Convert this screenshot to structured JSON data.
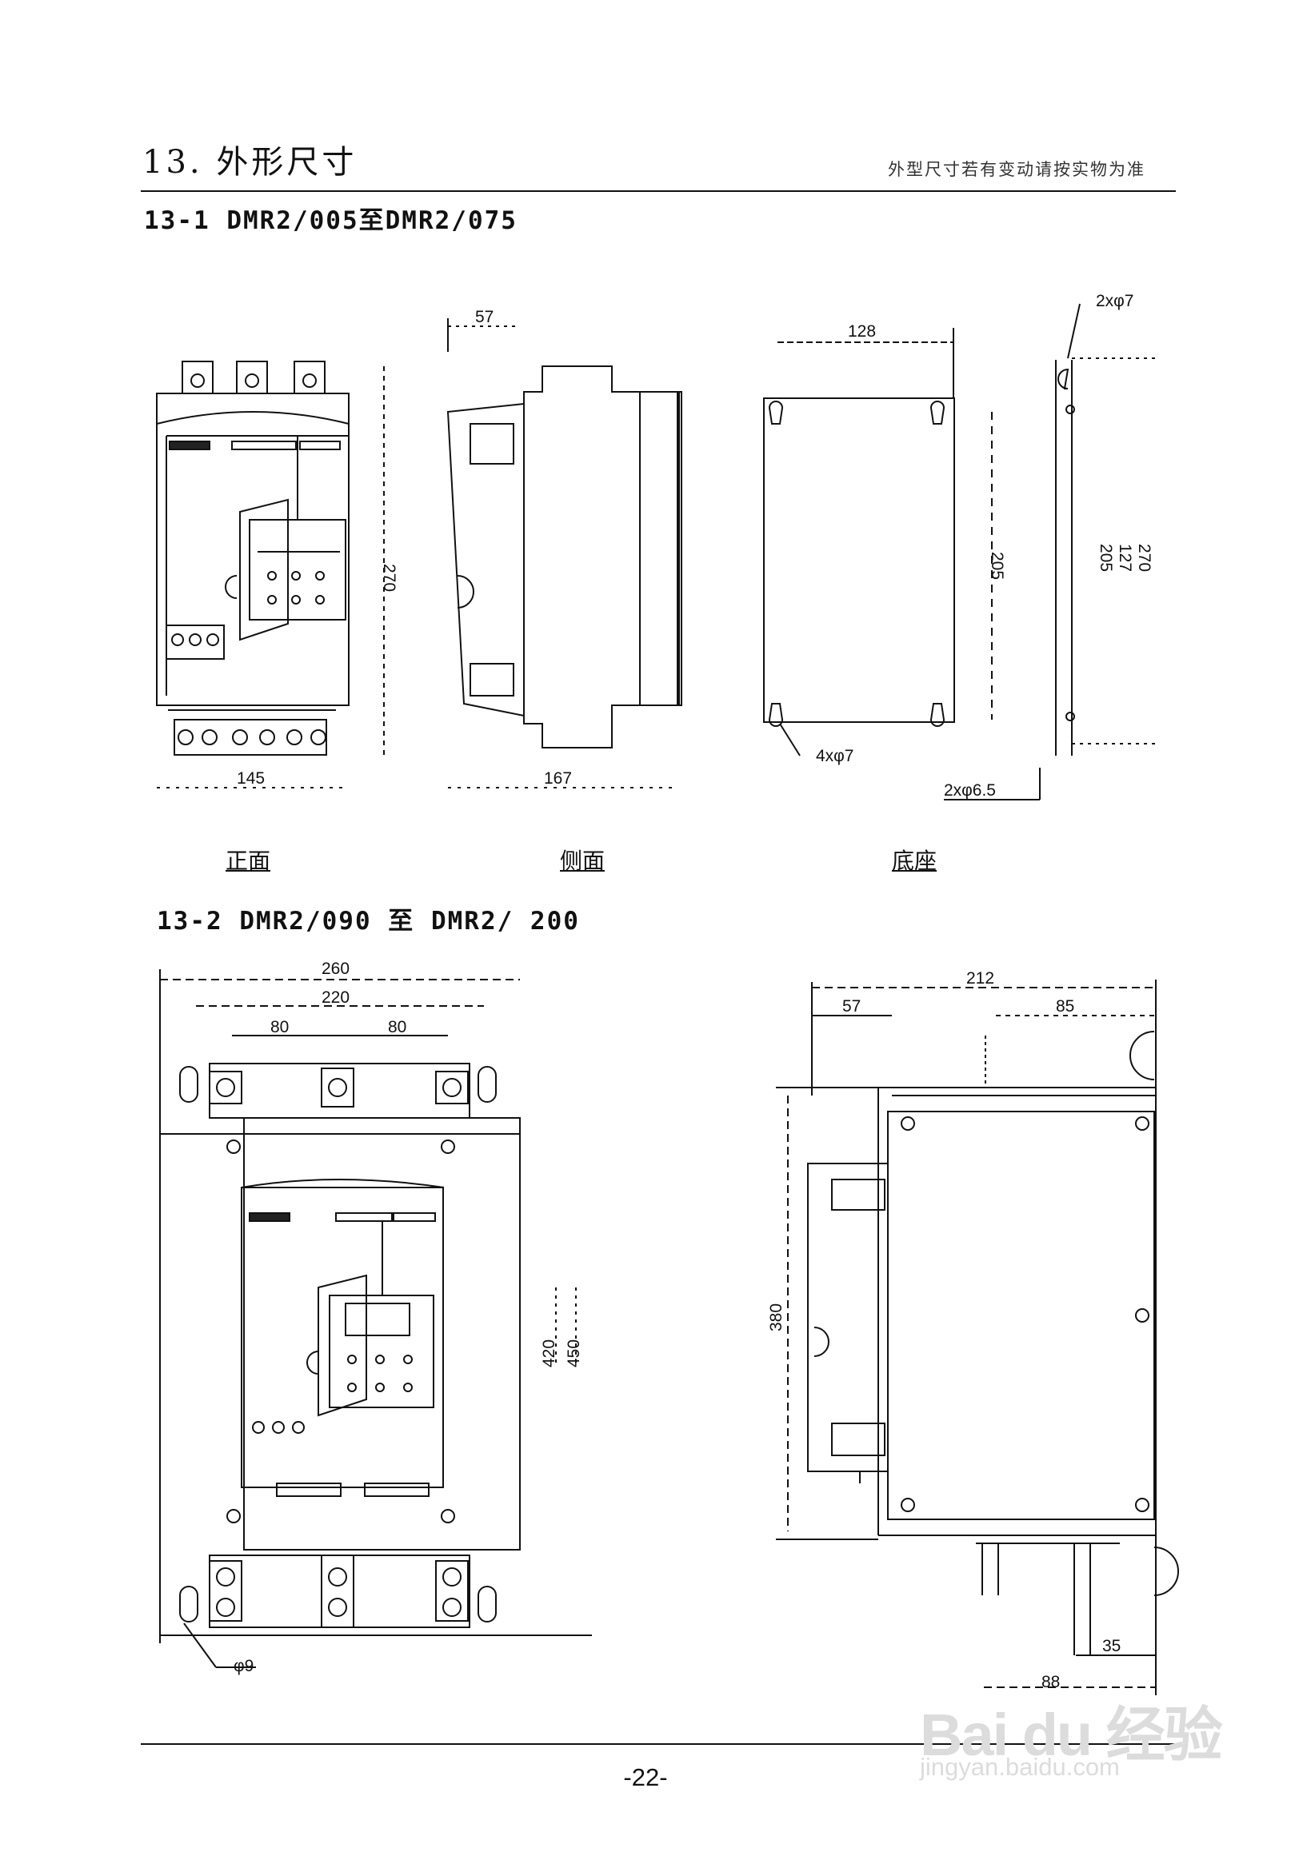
{
  "header": {
    "title": "13. 外形尺寸",
    "note": "外型尺寸若有变动请按实物为准"
  },
  "section1": {
    "title": "13-1 DMR2/005至DMR2/075",
    "captions": [
      "正面",
      "侧面",
      "底座"
    ],
    "dims": {
      "side_depth_top": "57",
      "height": "270",
      "width": "145",
      "depth": "167",
      "base_width": "128",
      "base_height": "205",
      "hole_top": "2xφ7",
      "hole_bottom": "4xφ7",
      "hole_side": "2xφ6.5",
      "side_dims": [
        "270",
        "127",
        "205"
      ]
    }
  },
  "section2": {
    "title": "13-2 DMR2/090 至 DMR2/ 200",
    "dims": {
      "width_total": "260",
      "width_inner": "220",
      "pitch_left": "80",
      "pitch_right": "80",
      "height_inner": "420",
      "height_total": "450",
      "hole": "φ9",
      "depth_total": "212",
      "depth_front": "57",
      "depth_rear": "85",
      "height_side": "380",
      "bottom_a": "35",
      "bottom_b": "88"
    }
  },
  "footer": {
    "page_number": "-22-"
  },
  "watermark": {
    "brand": "Bai du 经验",
    "url": "jingyan.baidu.com"
  }
}
